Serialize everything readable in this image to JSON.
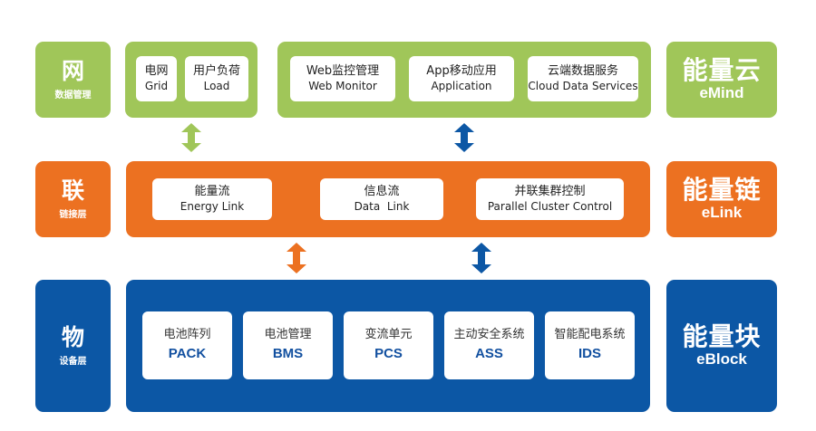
{
  "colors": {
    "green": "#a0c659",
    "orange": "#ec7121",
    "blue": "#0c57a5",
    "device_code": "#1250a0"
  },
  "layers": {
    "data": {
      "side_label": {
        "char": "网",
        "sub": "数据管理"
      },
      "group1": [
        {
          "cn": "电网",
          "en": "Grid"
        },
        {
          "cn": "用户负荷",
          "en": "Load"
        }
      ],
      "group2": [
        {
          "cn": "Web监控管理",
          "en": "Web Monitor"
        },
        {
          "cn": "App移动应用",
          "en": "Application"
        },
        {
          "cn": "云端数据服务",
          "en": "Cloud Data Services"
        }
      ],
      "brand": {
        "cn": "能量云",
        "en": "eMind"
      }
    },
    "link": {
      "side_label": {
        "char": "联",
        "sub": "链接层"
      },
      "items": [
        {
          "cn": "能量流",
          "en": "Energy Link"
        },
        {
          "cn": "信息流",
          "en": "Data  Link"
        },
        {
          "cn": "并联集群控制",
          "en": "Parallel Cluster Control"
        }
      ],
      "brand": {
        "cn": "能量链",
        "en": "eLink"
      }
    },
    "device": {
      "side_label": {
        "char": "物",
        "sub": "设备层"
      },
      "items": [
        {
          "cn": "电池阵列",
          "code": "PACK"
        },
        {
          "cn": "电池管理",
          "code": "BMS"
        },
        {
          "cn": "变流单元",
          "code": "PCS"
        },
        {
          "cn": "主动安全系统",
          "code": "ASS"
        },
        {
          "cn": "智能配电系统",
          "code": "IDS"
        }
      ],
      "brand": {
        "cn": "能量块",
        "en": "eBlock"
      }
    }
  },
  "arrows": [
    {
      "name": "arrow-data-link-green",
      "color": "green"
    },
    {
      "name": "arrow-data-link-blue",
      "color": "blue"
    },
    {
      "name": "arrow-link-device-orange",
      "color": "orange"
    },
    {
      "name": "arrow-link-device-blue",
      "color": "blue"
    }
  ]
}
